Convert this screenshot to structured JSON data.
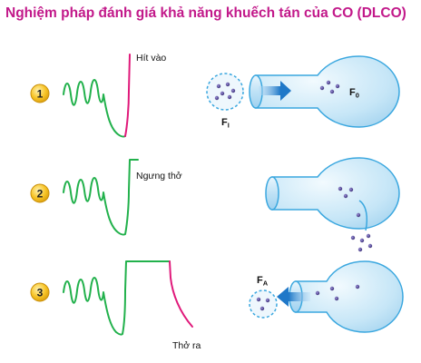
{
  "title": "Nghiệm pháp đánh giá khả năng khuếch tán của CO (DLCO)",
  "steps": [
    {
      "number": "1",
      "annotation": "Hít vào"
    },
    {
      "number": "2",
      "annotation": "Ngưng thở"
    },
    {
      "number": "3",
      "annotation": "Thở ra"
    }
  ],
  "labels": {
    "fi_main": "F",
    "fi_sub": "I",
    "f0_main": "F",
    "f0_sub": "0",
    "fa_main": "F",
    "fa_sub": "A"
  },
  "colors": {
    "title": "#c2198a",
    "trace_green": "#22b14c",
    "trace_magenta": "#e0197a",
    "badge_fill": "#f7c325",
    "balloon_fill": "#cfe9f8",
    "balloon_stroke": "#3aa7df",
    "arrow_blue": "#1f78c8",
    "particle": "#4a3f86"
  }
}
